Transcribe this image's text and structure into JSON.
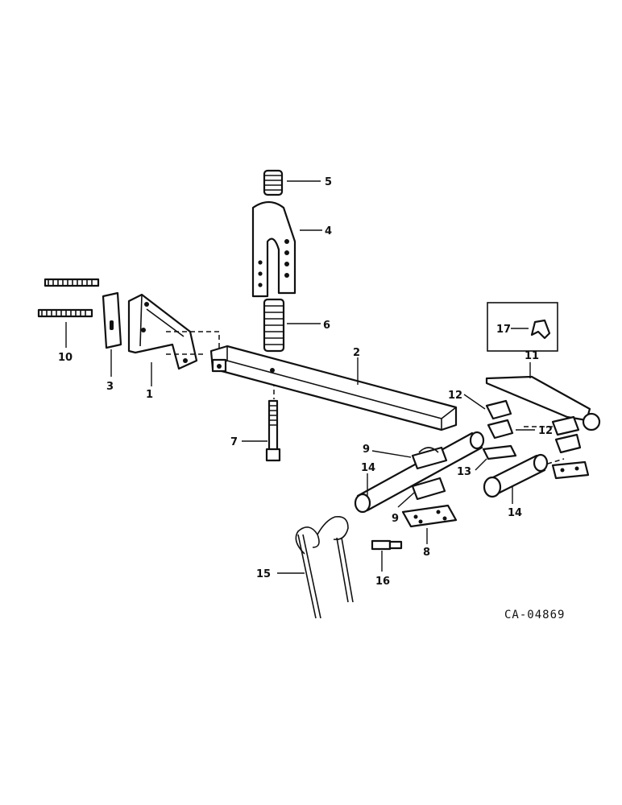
{
  "callouts": [
    "1",
    "2",
    "3",
    "4",
    "5",
    "6",
    "7",
    "8",
    "9",
    "9",
    "10",
    "11",
    "12",
    "12",
    "13",
    "14",
    "14",
    "15",
    "16",
    "17"
  ],
  "drawing_code": "CA-04869"
}
